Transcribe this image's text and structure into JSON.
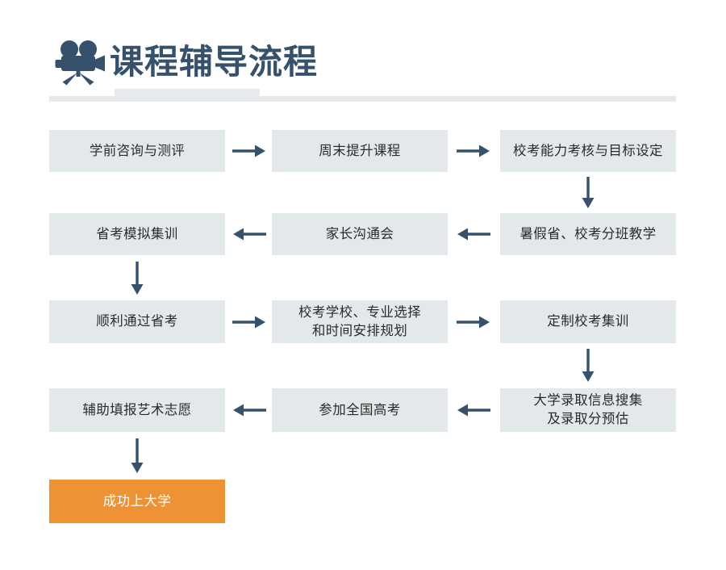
{
  "header": {
    "title": "课程辅导流程",
    "icon": "movie-camera-icon",
    "title_color": "#35516b",
    "divider_color": "#e6eaec"
  },
  "theme": {
    "node_bg": "#e3e8ea",
    "node_text": "#2b2b2b",
    "final_bg": "#ef9235",
    "final_text": "#ffffff",
    "arrow_color": "#35516b",
    "page_bg": "#ffffff"
  },
  "flow": {
    "nodes": [
      {
        "id": "n1",
        "row": 1,
        "col": "a",
        "lines": [
          "学前咨询与测评"
        ],
        "final": false
      },
      {
        "id": "n2",
        "row": 1,
        "col": "b",
        "lines": [
          "周末提升课程"
        ],
        "final": false
      },
      {
        "id": "n3",
        "row": 1,
        "col": "c",
        "lines": [
          "校考能力考核与目标设定"
        ],
        "final": false
      },
      {
        "id": "n4",
        "row": 2,
        "col": "a",
        "lines": [
          "省考模拟集训"
        ],
        "final": false
      },
      {
        "id": "n5",
        "row": 2,
        "col": "b",
        "lines": [
          "家长沟通会"
        ],
        "final": false
      },
      {
        "id": "n6",
        "row": 2,
        "col": "c",
        "lines": [
          "暑假省、校考分班教学"
        ],
        "final": false
      },
      {
        "id": "n7",
        "row": 3,
        "col": "a",
        "lines": [
          "顺利通过省考"
        ],
        "final": false
      },
      {
        "id": "n8",
        "row": 3,
        "col": "b",
        "lines": [
          "校考学校、专业选择",
          "和时间安排规划"
        ],
        "final": false
      },
      {
        "id": "n9",
        "row": 3,
        "col": "c",
        "lines": [
          "定制校考集训"
        ],
        "final": false
      },
      {
        "id": "n10",
        "row": 4,
        "col": "a",
        "lines": [
          "辅助填报艺术志愿"
        ],
        "final": false
      },
      {
        "id": "n11",
        "row": 4,
        "col": "b",
        "lines": [
          "参加全国高考"
        ],
        "final": false
      },
      {
        "id": "n12",
        "row": 4,
        "col": "c",
        "lines": [
          "大学录取信息搜集",
          "及录取分预估"
        ],
        "final": false
      },
      {
        "id": "n13",
        "row": 5,
        "col": "a",
        "lines": [
          "成功上大学"
        ],
        "final": true
      }
    ],
    "edges": [
      {
        "from": "n1",
        "to": "n2",
        "direction": "right"
      },
      {
        "from": "n2",
        "to": "n3",
        "direction": "right"
      },
      {
        "from": "n3",
        "to": "n6",
        "direction": "down"
      },
      {
        "from": "n6",
        "to": "n5",
        "direction": "left"
      },
      {
        "from": "n5",
        "to": "n4",
        "direction": "left"
      },
      {
        "from": "n4",
        "to": "n7",
        "direction": "down"
      },
      {
        "from": "n7",
        "to": "n8",
        "direction": "right"
      },
      {
        "from": "n8",
        "to": "n9",
        "direction": "right"
      },
      {
        "from": "n9",
        "to": "n12",
        "direction": "down"
      },
      {
        "from": "n12",
        "to": "n11",
        "direction": "left"
      },
      {
        "from": "n11",
        "to": "n10",
        "direction": "left"
      },
      {
        "from": "n10",
        "to": "n13",
        "direction": "down"
      }
    ]
  }
}
